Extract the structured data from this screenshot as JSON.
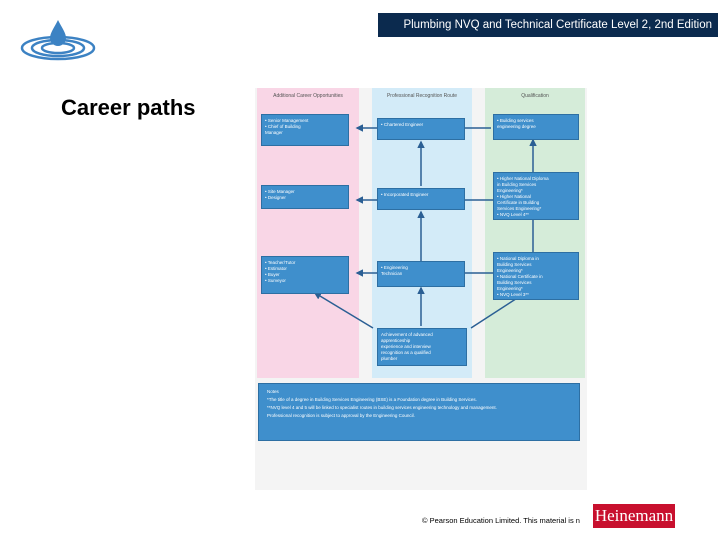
{
  "header": {
    "title": "Plumbing NVQ and Technical Certificate Level 2, 2nd Edition"
  },
  "page_title": "Career paths",
  "diagram": {
    "columns": [
      "Additional Career Opportunities",
      "Professional Recognition Route",
      "Qualification"
    ],
    "pink_boxes": [
      [
        "• Senior Management",
        "• Chief of Building",
        "  Manager"
      ],
      [
        "• Site Manager",
        "• Designer"
      ],
      [
        "• Teacher/Tutor",
        "• Estimator",
        "• Buyer",
        "• Surveyor"
      ]
    ],
    "blue_boxes": [
      [
        "• Chartered Engineer"
      ],
      [
        "• Incorporated Engineer"
      ],
      [
        "• Engineering",
        "  Technician"
      ],
      [
        "Achievement of advanced",
        "apprenticeship",
        "experience and interview",
        "recognition as a qualified",
        "plumber"
      ]
    ],
    "green_boxes": [
      [
        "• Building services",
        "  engineering degree"
      ],
      [
        "• Higher National Diploma",
        "  in Building Services",
        "  Engineering*",
        "• Higher National",
        "  Certificate in Building",
        "  Services Engineering*",
        "• NVQ Level 4**"
      ],
      [
        "• National Diploma in",
        "  Building Services",
        "  Engineering*",
        "• National Certificate in",
        "  Building Services",
        "  Engineering*",
        "• NVQ Level 3**"
      ]
    ],
    "notes": [
      "Notes",
      "*The title of a degree in Building Services Engineering (BSE) is a Foundation degree in Building Services.",
      "**NVQ level 4 and 5 will be linked to specialist routes in building services engineering technology and management.",
      "Professional recognition is subject to approval by the Engineering Council."
    ]
  },
  "footer": {
    "copyright": "© Pearson Education Limited. This material is n"
  },
  "publisher_logo": {
    "text": "Heinemann"
  },
  "colors": {
    "header_bg": "#0b2a4e",
    "box_blue": "#3f8fcc",
    "pink_col": "#f9d6e6",
    "blue_col": "#d3ebf8",
    "green_col": "#d5ecd9",
    "logo_red": "#c8102e"
  }
}
